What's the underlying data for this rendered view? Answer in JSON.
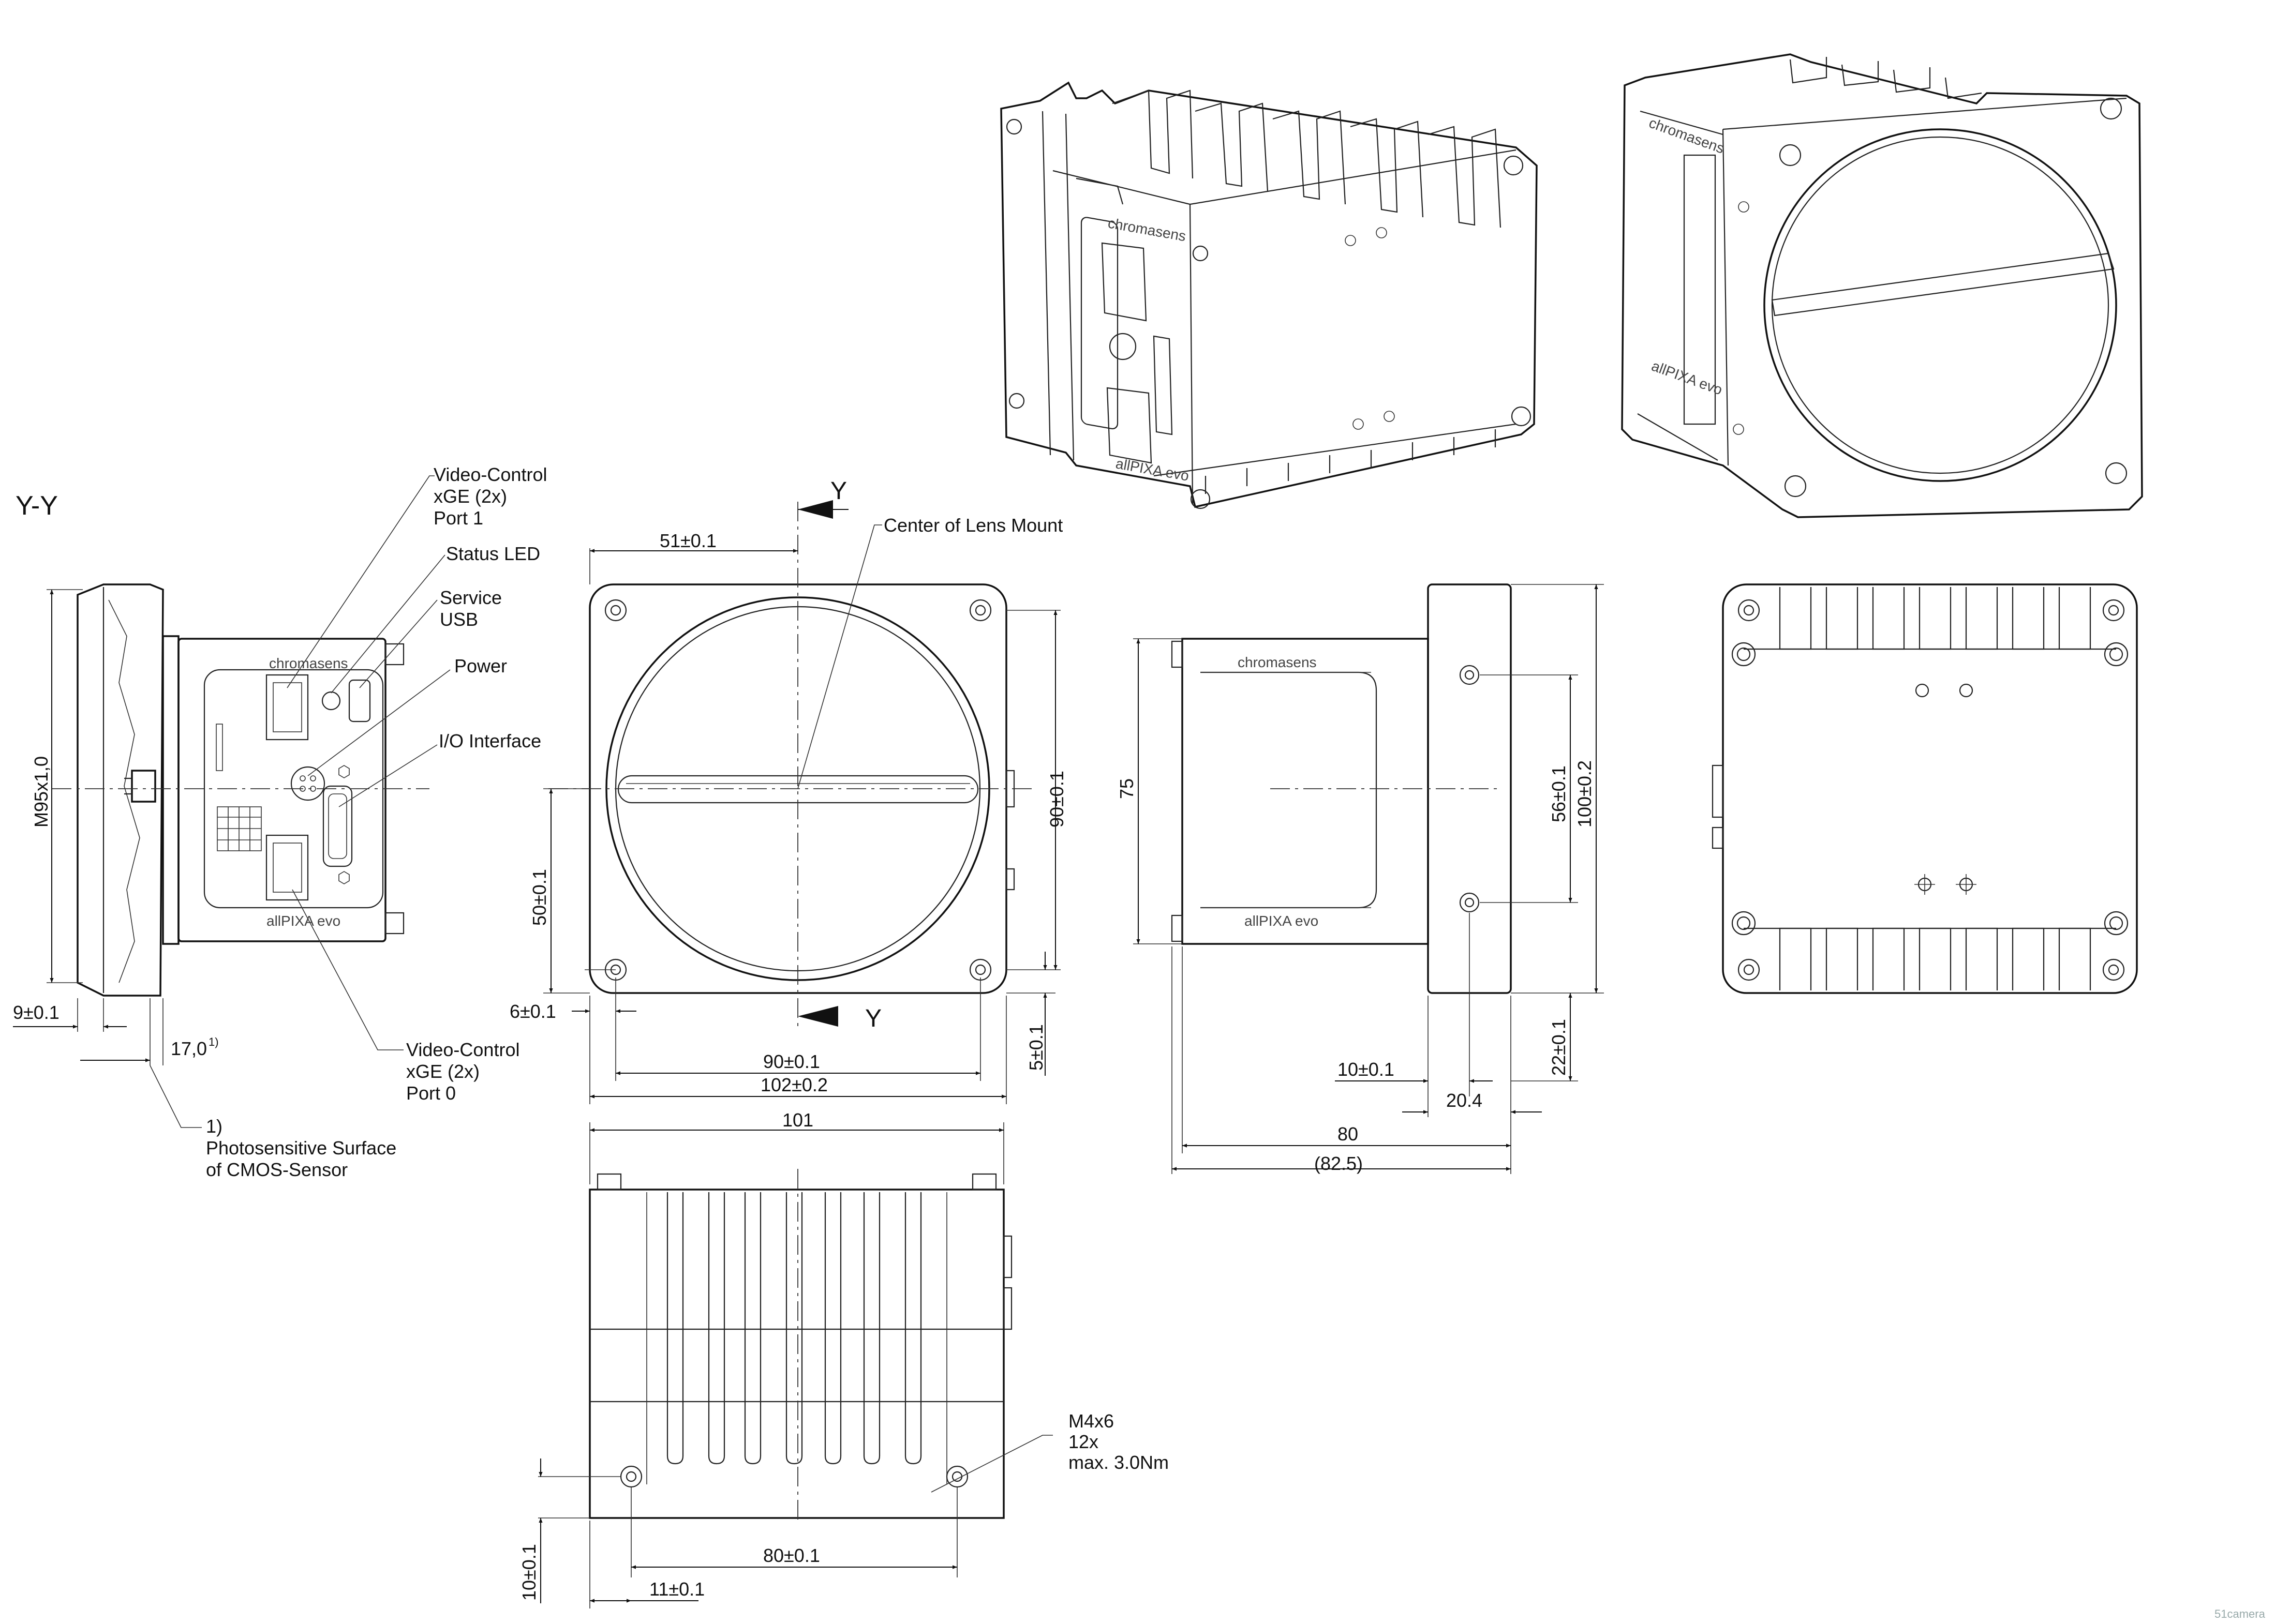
{
  "section_label": "Y-Y",
  "section_markers": {
    "top": "Y",
    "bottom": "Y"
  },
  "callouts": {
    "video_control_port1": [
      "Video-Control",
      "xGE (2x)",
      "Port 1"
    ],
    "status_led": "Status LED",
    "service_usb": [
      "Service",
      "USB"
    ],
    "power": "Power",
    "io_interface": "I/O Interface",
    "video_control_port0": [
      "Video-Control",
      "xGE (2x)",
      "Port 0"
    ],
    "photosensitive": [
      "1)",
      "Photosensitive Surface",
      "of CMOS-Sensor"
    ],
    "center_lens": "Center of Lens Mount",
    "mounting": [
      "M4x6",
      "12x",
      "max. 3.0Nm"
    ]
  },
  "dimensions": {
    "m95": "M95x1,0",
    "d9": "9±0.1",
    "d17": "17,0",
    "d17_sup": "1)",
    "d51": "51±0.1",
    "d90v": "90±0.1",
    "d50": "50±0.1",
    "d6": "6±0.1",
    "d5": "5±0.1",
    "d90h": "90±0.1",
    "d102": "102±0.2",
    "d75": "75",
    "d56": "56±0.1",
    "d100": "100±0.2",
    "d22": "22±0.1",
    "d10s": "10±0.1",
    "d20_4": "20.4",
    "d80": "80",
    "d82_5": "(82.5)",
    "d101": "101",
    "d80b": "80±0.1",
    "d11": "11±0.1",
    "d10b": "10±0.1"
  },
  "brand": {
    "maker": "chromasens",
    "model": "allPIXA   evo"
  },
  "watermark": "51camera"
}
